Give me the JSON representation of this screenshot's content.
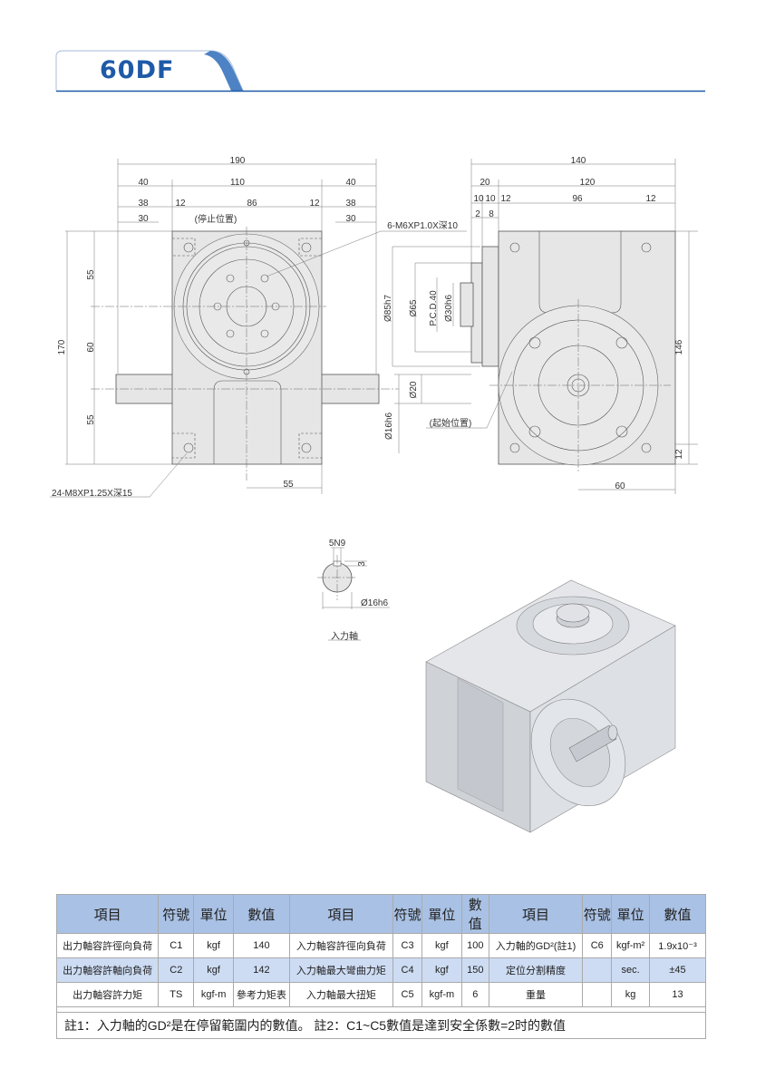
{
  "header": {
    "title": "60DF",
    "accent": "#1f5aa8"
  },
  "front_view": {
    "labels": [
      "190",
      "40",
      "110",
      "40",
      "38",
      "12",
      "86",
      "12",
      "38",
      "30",
      "30",
      "(停止位置)",
      "6-M6XP1.0X深10",
      "55",
      "60",
      "55",
      "170",
      "Ø85h7",
      "Ø65",
      "P.C.D.40",
      "Ø30h6",
      "Ø20",
      "Ø16h6",
      "55",
      "24-M8XP1.25X深15"
    ]
  },
  "side_view": {
    "labels": [
      "140",
      "20",
      "120",
      "10",
      "10",
      "12",
      "96",
      "12",
      "2",
      "8",
      "146",
      "12",
      "60",
      "(起始位置)"
    ]
  },
  "input_shaft": {
    "labels": [
      "5N9",
      "3",
      "Ø16h6",
      "入力軸"
    ]
  },
  "table": {
    "headers": [
      "項目",
      "符號",
      "單位",
      "數值",
      "項目",
      "符號",
      "單位",
      "數值",
      "項目",
      "符號",
      "單位",
      "數值"
    ],
    "rows": [
      [
        "出力軸容許徑向負荷",
        "C1",
        "kgf",
        "140",
        "入力軸容許徑向負荷",
        "C3",
        "kgf",
        "100",
        "入力軸的GD²(註1)",
        "C6",
        "kgf-m²",
        "1.9x10⁻³"
      ],
      [
        "出力軸容許軸向負荷",
        "C2",
        "kgf",
        "142",
        "入力軸最大彎曲力矩",
        "C4",
        "kgf",
        "150",
        "定位分割精度",
        "",
        "sec.",
        "±45"
      ],
      [
        "出力軸容許力矩",
        "TS",
        "kgf-m",
        "參考力矩表",
        "入力軸最大扭矩",
        "C5",
        "kgf-m",
        "6",
        "重量",
        "",
        "kg",
        "13"
      ]
    ],
    "note": "註1：入力軸的GD²是在停留範圍内的數值。 註2：C1~C5數值是達到安全係數=2时的數值"
  }
}
